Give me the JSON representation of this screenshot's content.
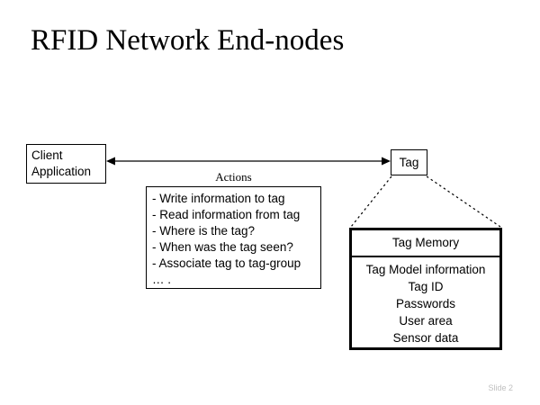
{
  "slide": {
    "title": "RFID Network End-nodes",
    "slide_number_label": "Slide 2",
    "background_color": "#ffffff",
    "text_color": "#000000",
    "slide_number_color": "#c0c0c0"
  },
  "client_application": {
    "line1": "Client",
    "line2": "Application"
  },
  "tag": {
    "label": "Tag"
  },
  "actions": {
    "heading": "Actions",
    "items": [
      "- Write information to tag",
      "- Read information from tag",
      "- Where is the tag?",
      "- When was the tag seen?",
      "- Associate tag to tag-group",
      "… ."
    ]
  },
  "tag_memory": {
    "header": "Tag Memory",
    "items": [
      "Tag Model information",
      "Tag ID",
      "Passwords",
      "User area",
      "Sensor data"
    ]
  },
  "connectors": {
    "arrow_label": "double-headed-arrow-client-to-tag",
    "dashed_left_label": "dashed-callout-left",
    "dashed_right_label": "dashed-callout-right"
  }
}
